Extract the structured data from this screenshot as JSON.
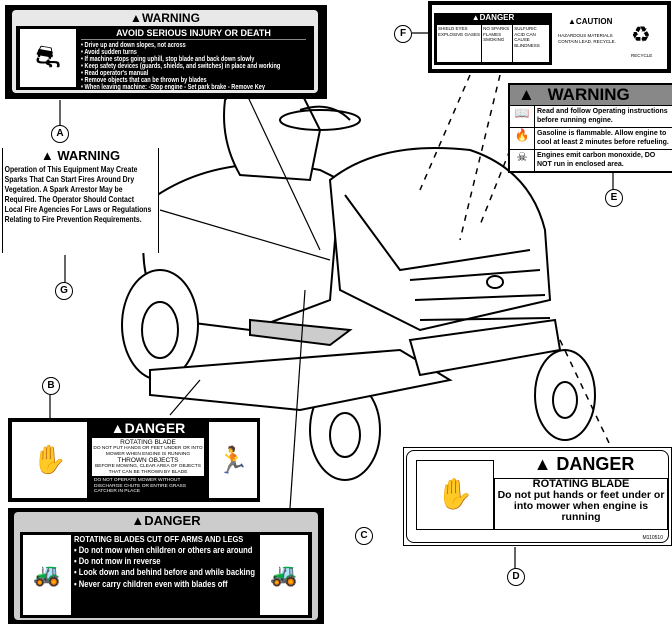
{
  "labels": {
    "A": {
      "callout": "A",
      "header": "WARNING",
      "subheader": "AVOID SERIOUS INJURY OR DEATH",
      "items": [
        "Drive up and down slopes, not across",
        "Avoid sudden turns",
        "If machine stops going uphill, stop blade and back down slowly",
        "Keep safety devices (guards, shields, and switches) in place and working",
        "Read operator's manual",
        "Remove objects that can be thrown by blades",
        "When leaving machine: -Stop engine - Set park brake - Remove Key"
      ]
    },
    "B": {
      "callout": "B",
      "header": "DANGER",
      "title1": "ROTATING BLADE",
      "text1": "DO NOT PUT HANDS OR FEET UNDER OR INTO MOWER WHEN ENGINE IS RUNNING",
      "title2": "THROWN OBJECTS",
      "text2": "BEFORE MOWING, CLEAR AREA OF OBJECTS THAT CAN BE THROWN BY BLADE",
      "text3": "DO NOT OPERATE MOWER WITHOUT DISCHARGE CHUTE OR ENTIRE GRASS CATCHER IN PLACE"
    },
    "C": {
      "callout": "C",
      "header": "DANGER",
      "subheader": "ROTATING BLADES CUT OFF ARMS AND LEGS",
      "items": [
        "Do not mow when children or others are around",
        "Do not mow in reverse",
        "Look down and behind before and while backing",
        "Never carry children even with blades off"
      ]
    },
    "D": {
      "callout": "D",
      "header": "DANGER",
      "title": "ROTATING BLADE",
      "text": "Do not put hands or feet under or into mower when engine is running",
      "part_number": "M110510"
    },
    "E": {
      "callout": "E",
      "header": "WARNING",
      "rows": [
        {
          "icon": "book-icon",
          "text": "Read and follow Operating instructions before running engine."
        },
        {
          "icon": "fire-icon",
          "text": "Gasoline is flammable. Allow engine to cool at least 2 minutes before refueling."
        },
        {
          "icon": "fumes-icon",
          "text": "Engines emit carbon monoxide, DO NOT run in enclosed area."
        }
      ]
    },
    "F": {
      "callout": "F",
      "danger_header": "DANGER",
      "danger_col1": "SHIELD EYES EXPLOSIVE GASES",
      "danger_col2": "NO SPARKS FLAMES SMOKING",
      "danger_col3": "SULFURIC ACID CAN CAUSE BLINDNESS",
      "caution_header": "CAUTION",
      "caution_text": "HAZARDOUS MATERIALS CONTAIN LEAD. RECYCLE.",
      "recycle": "RECYCLE"
    },
    "G": {
      "callout": "G",
      "header": "WARNING",
      "text": "Operation of This Equipment May Create Sparks That Can Start Fires Around Dry Vegetation. A Spark Arrestor May be Required. The Operator Should Contact Local Fire Agencies For Laws or Regulations Relating to Fire Prevention Requirements."
    }
  }
}
